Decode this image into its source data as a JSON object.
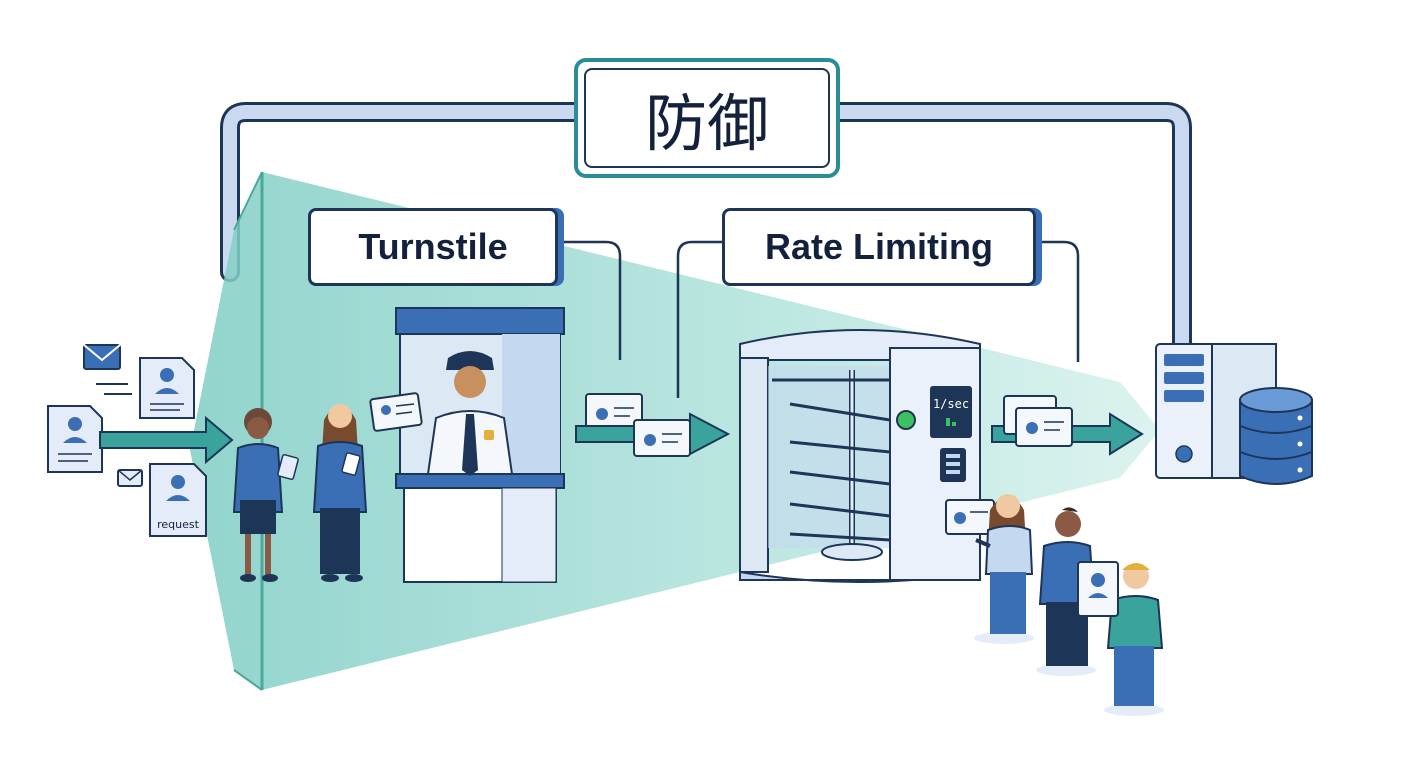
{
  "title": "防御",
  "stages": {
    "turnstile": "Turnstile",
    "rate_limiting": "Rate Limiting"
  },
  "request_doc_label": "request",
  "rate_display": "1/sec",
  "colors": {
    "funnel_fill": "#a8ddd6",
    "funnel_edge": "#5fbfb3",
    "pipe": "#c9daf0",
    "pipe_outline": "#1d3557",
    "accent_teal": "#2a8c94",
    "accent_blue": "#3a6fb5",
    "person_shirt_blue": "#3a6fb5",
    "person_shirt_teal": "#3aa39c",
    "green_light": "#3cc060"
  },
  "icons": [
    "envelope-icon",
    "document-icon",
    "id-card-icon",
    "police-officer-icon",
    "turnstile-gate-icon",
    "keypad-icon",
    "server-icon",
    "database-icon",
    "arrow-right-icon"
  ]
}
